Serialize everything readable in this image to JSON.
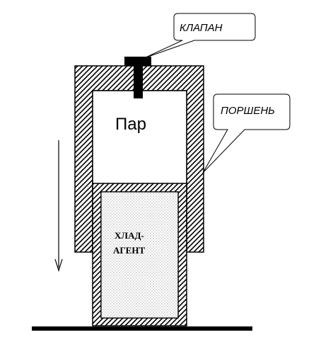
{
  "labels": {
    "valve": "КЛАПАН",
    "piston": "ПОРШЕНЬ",
    "steam": "Пар",
    "refrigerant_line1": "ХЛАД-",
    "refrigerant_line2": "АГЕНТ"
  }
}
